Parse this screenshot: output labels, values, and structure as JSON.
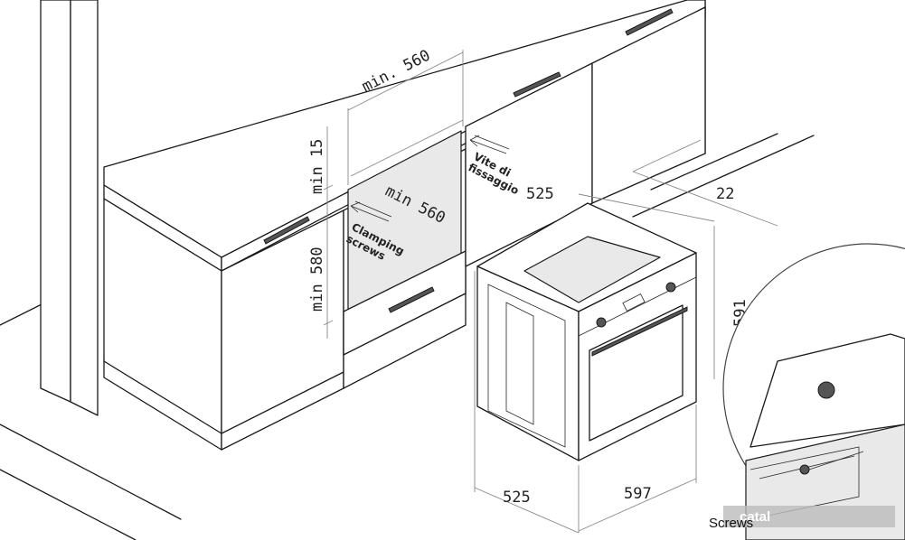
{
  "dimensions": {
    "niche_width_top": "min. 560",
    "niche_width_inner": "min 560",
    "top_gap": "min 15",
    "niche_height": "min 580",
    "oven_depth_top": "525",
    "front_panel": "22",
    "oven_height": "591",
    "oven_depth_bottom": "525",
    "oven_width": "597"
  },
  "labels": {
    "vite_line1": "Vite di",
    "vite_line2": "fissaggio",
    "clamping_line1": "Clamping",
    "clamping_line2": "screws",
    "screws_caption": "Screws"
  },
  "watermark": "catal",
  "arrow_icons": [
    "arrow-left-icon",
    "arrow-left-icon"
  ]
}
